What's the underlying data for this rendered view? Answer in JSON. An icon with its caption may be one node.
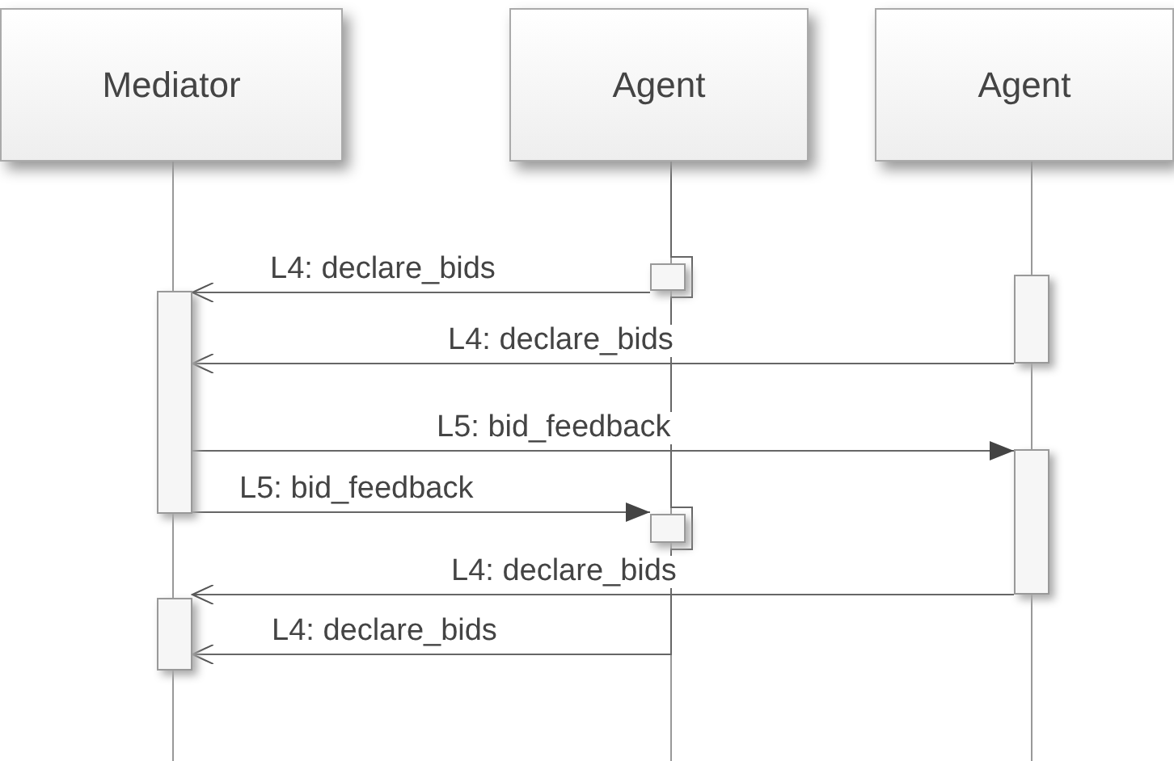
{
  "diagram": {
    "nodes": [
      {
        "text": [
          "Mediator"
        ]
      },
      {
        "text": [
          "Agent"
        ]
      },
      {
        "text": [
          "Agent"
        ]
      },
      {
        "text": [],
        "shape": "bar"
      },
      {
        "text": [],
        "shape": "bar"
      },
      {
        "text": [],
        "shape": "bar"
      },
      {
        "text": [],
        "shape": "bar"
      },
      {
        "text": [],
        "shape": "bar"
      },
      {
        "text": [],
        "shape": "bar"
      }
    ],
    "edges": [
      {
        "from": 3,
        "to": 5,
        "arrow": "to",
        "label": "L4: declare_bids"
      },
      {
        "from": 4,
        "to": 5,
        "arrow": "to",
        "label": "L4: declare_bids"
      },
      {
        "from": 5,
        "to": 6,
        "arrow": "to",
        "label": "L5: bid_feedback"
      },
      {
        "from": 5,
        "to": 7,
        "arrow": "to",
        "label": "L5: bid_feedback"
      },
      {
        "from": 6,
        "to": 8,
        "arrow": "to",
        "label": "L4: declare_bids"
      },
      {
        "from": 1,
        "to": 8,
        "arrow": "to",
        "label": "L4: declare_bids"
      }
    ]
  }
}
